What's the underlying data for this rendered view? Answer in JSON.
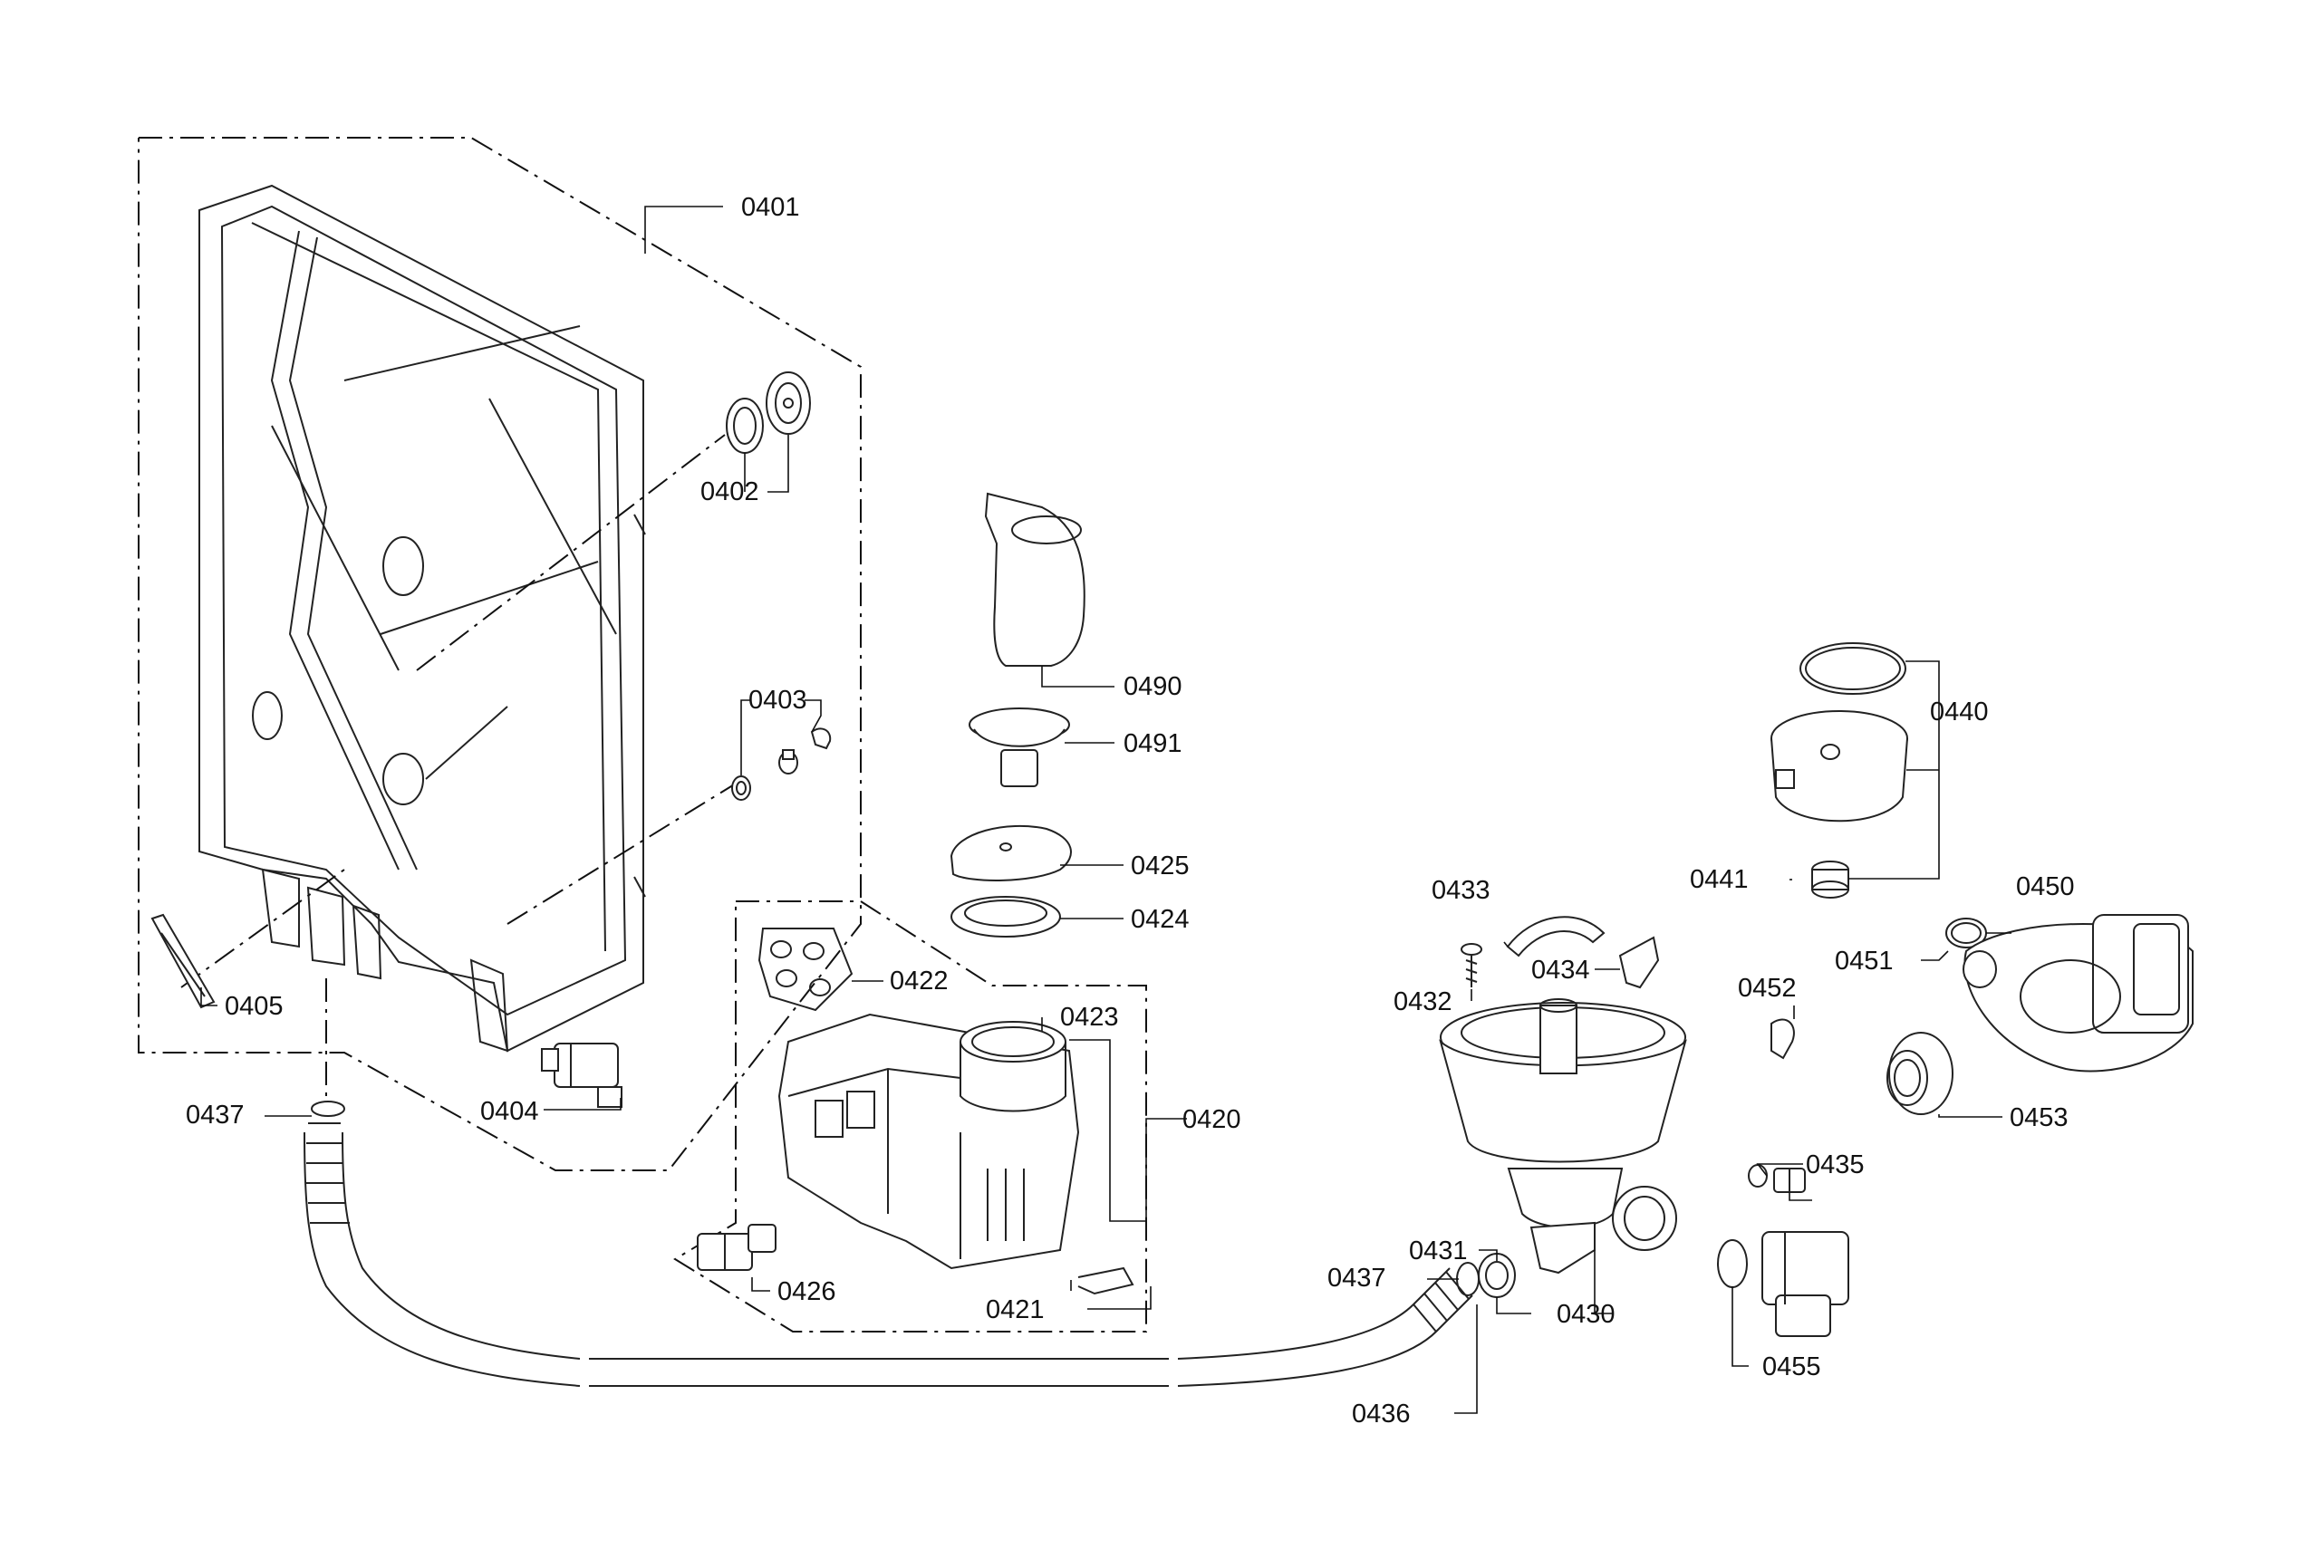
{
  "callouts": {
    "p0401": "0401",
    "p0402": "0402",
    "p0403": "0403",
    "p0404": "0404",
    "p0405": "0405",
    "p0420": "0420",
    "p0421": "0421",
    "p0422": "0422",
    "p0423": "0423",
    "p0424": "0424",
    "p0425": "0425",
    "p0426": "0426",
    "p0430": "0430",
    "p0431": "0431",
    "p0432": "0432",
    "p0433": "0433",
    "p0434": "0434",
    "p0435": "0435",
    "p0436": "0436",
    "p0437a": "0437",
    "p0437b": "0437",
    "p0440": "0440",
    "p0441": "0441",
    "p0450": "0450",
    "p0451": "0451",
    "p0452": "0452",
    "p0453": "0453",
    "p0455": "0455",
    "p0490": "0490",
    "p0491": "0491"
  }
}
